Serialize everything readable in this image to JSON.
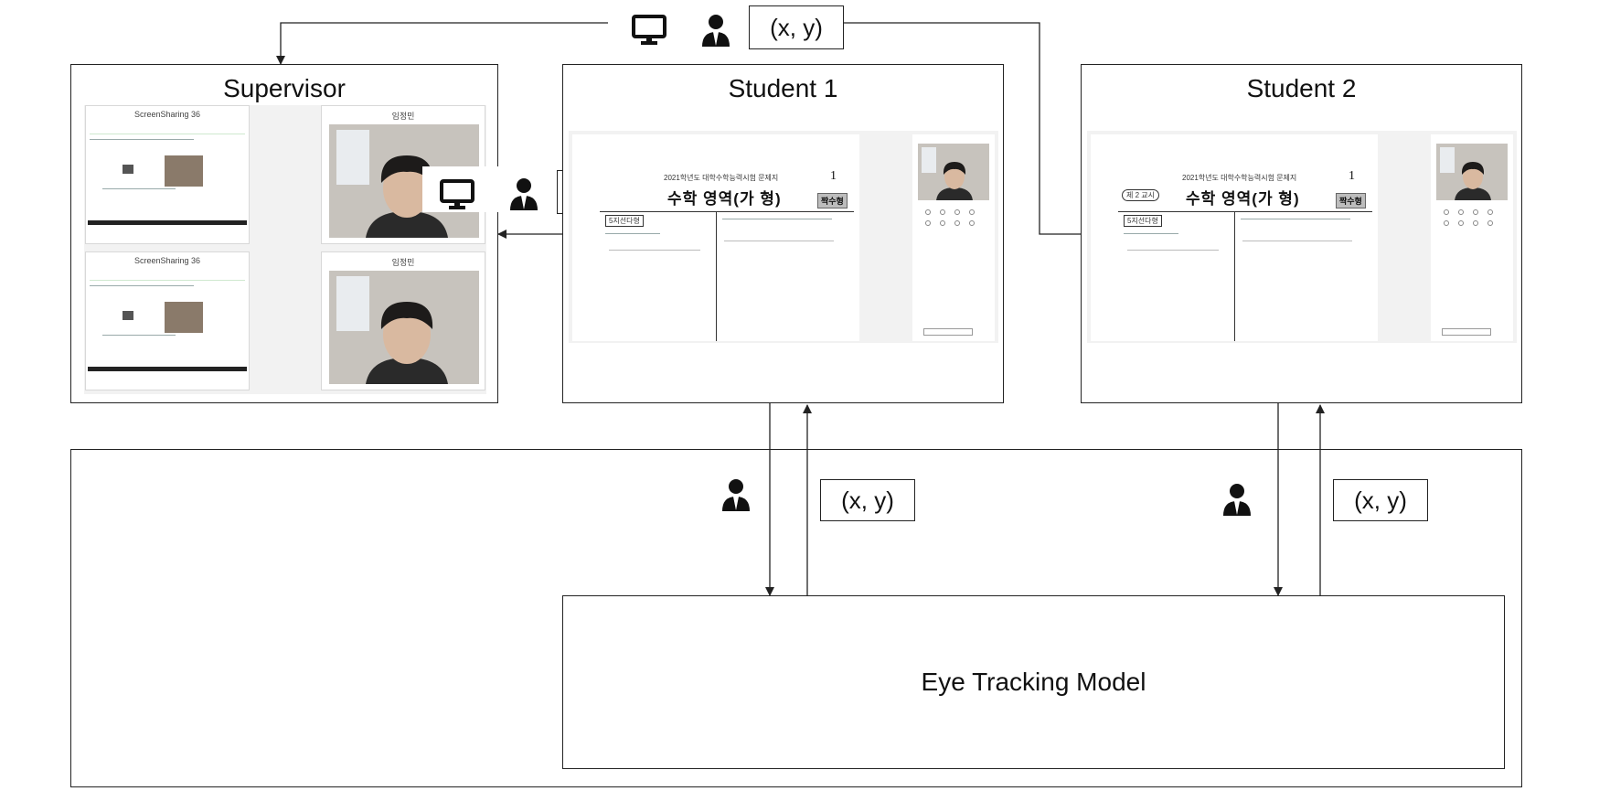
{
  "supervisor": {
    "title": "Supervisor",
    "tiles": [
      {
        "screen_title": "ScreenSharing 36",
        "webcam_name": "임정민"
      },
      {
        "screen_title": "ScreenSharing 36",
        "webcam_name": "임정민"
      }
    ]
  },
  "students": [
    {
      "title": "Student 1"
    },
    {
      "title": "Student 2"
    }
  ],
  "exam": {
    "header": "2021학년도 대학수학능력시험 문제지",
    "subject": "수학 영역(가 형)",
    "page_number": "1",
    "badge": "짝수형",
    "session_tag": "제 2 교시",
    "section_tag": "5지선다형"
  },
  "coord_label": "(x, y)",
  "model": {
    "label": "Eye Tracking Model"
  },
  "icons": {
    "monitor": "monitor-icon",
    "user": "user-icon"
  },
  "colors": {
    "line": "#222222",
    "box_border": "#222222",
    "screen_bg": "#f2f2f2"
  }
}
